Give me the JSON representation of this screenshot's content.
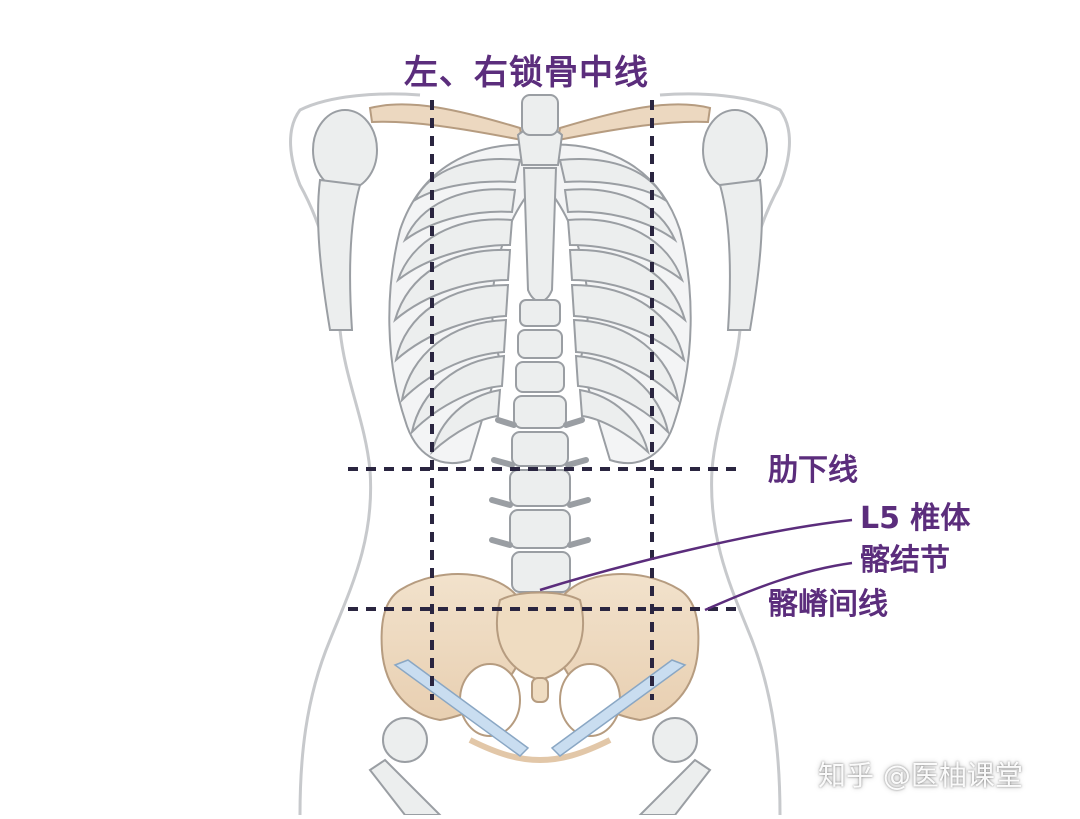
{
  "labels": {
    "clavicular_lines": "左、右锁骨中线",
    "subcostal_line": "肋下线",
    "l5_vertebra": "L5 椎体",
    "iliac_tubercle": "髂结节",
    "intercristal_line": "髂嵴间线"
  },
  "watermark": "知乎 @医柚课堂",
  "colors": {
    "label_text": "#5b2d7c",
    "leader_line": "#5b2d7c",
    "dashed_lines": "#2a2540",
    "bone_fill": "#eceeee",
    "bone_stroke": "#9a9ea3",
    "clavicle_fill": "#ecd8c0",
    "pelvis_fill": "#efdcc1",
    "ligament_fill": "#c9ddf0",
    "body_outline": "#c7c9cc"
  }
}
